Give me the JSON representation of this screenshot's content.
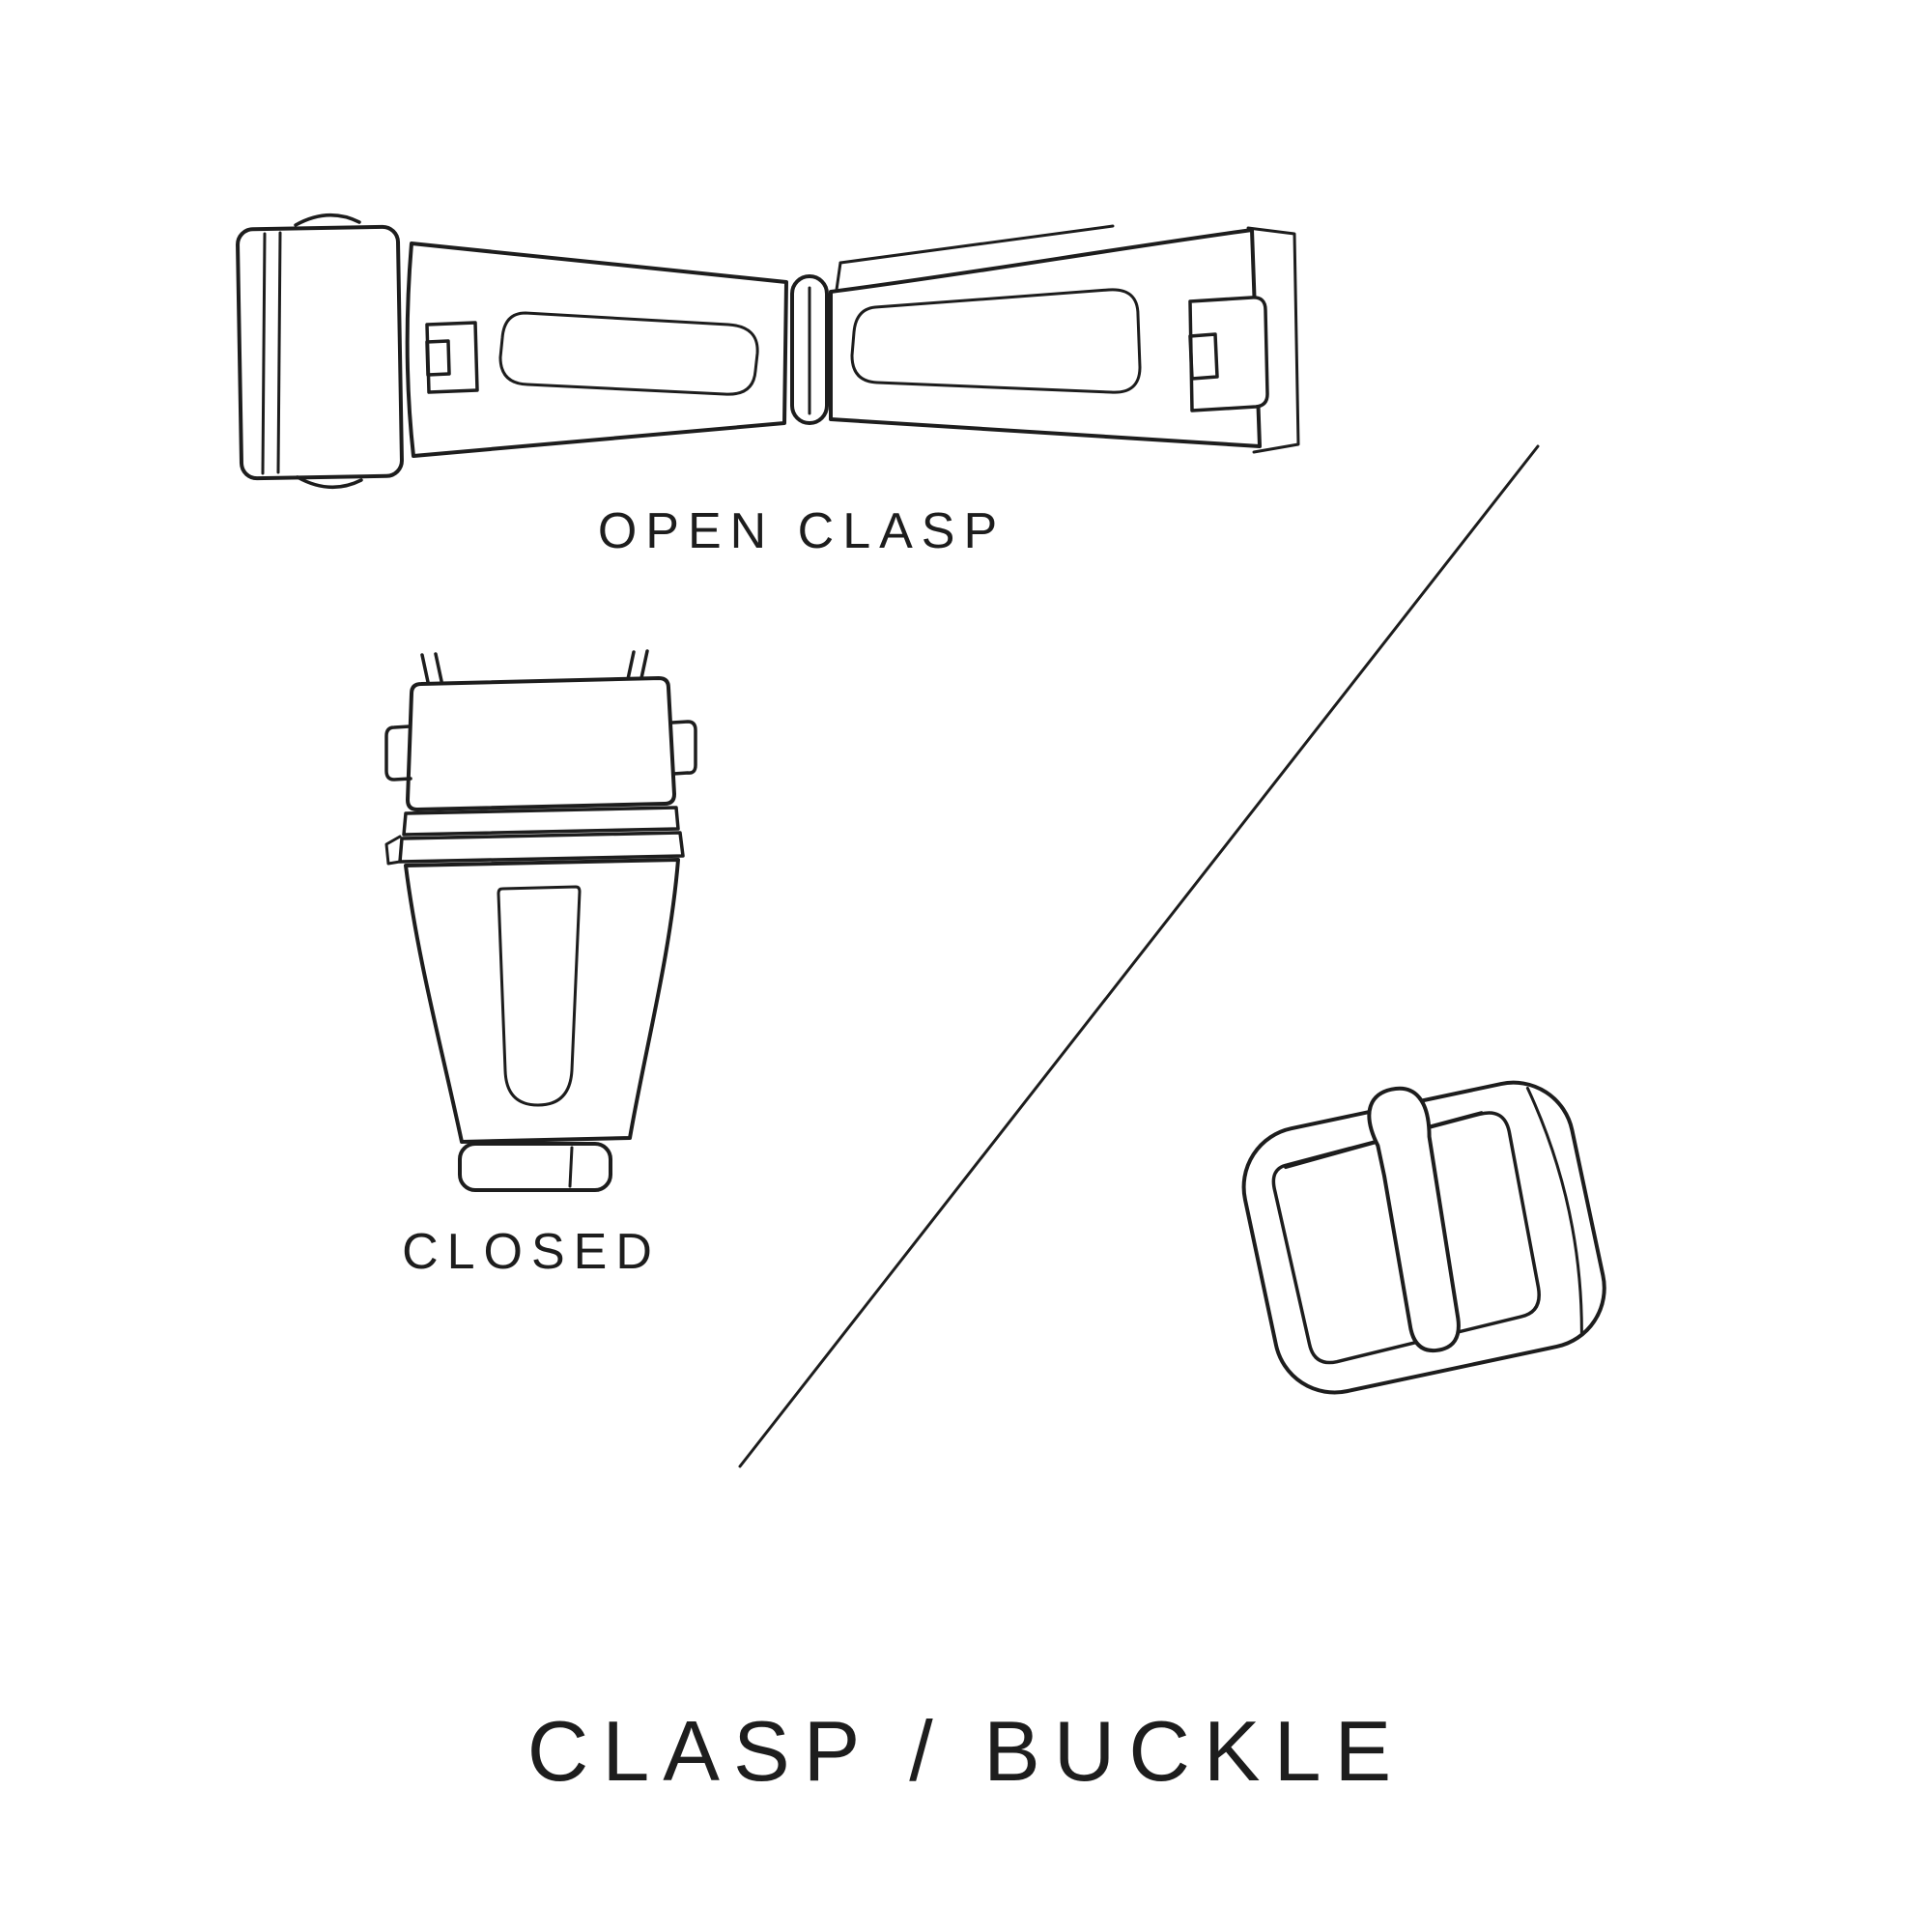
{
  "page": {
    "background_color": "#ffffff",
    "ink_color": "#1d1d1d",
    "title": "CLASP / BUCKLE"
  },
  "figures": {
    "open_clasp": {
      "icon": "open-clasp-illustration",
      "label": "OPEN CLASP"
    },
    "closed_clasp": {
      "icon": "closed-clasp-illustration",
      "label": "CLOSED"
    },
    "buckle": {
      "icon": "tang-buckle-illustration",
      "label": ""
    },
    "divider": {
      "icon": "diagonal-divider-line"
    }
  }
}
